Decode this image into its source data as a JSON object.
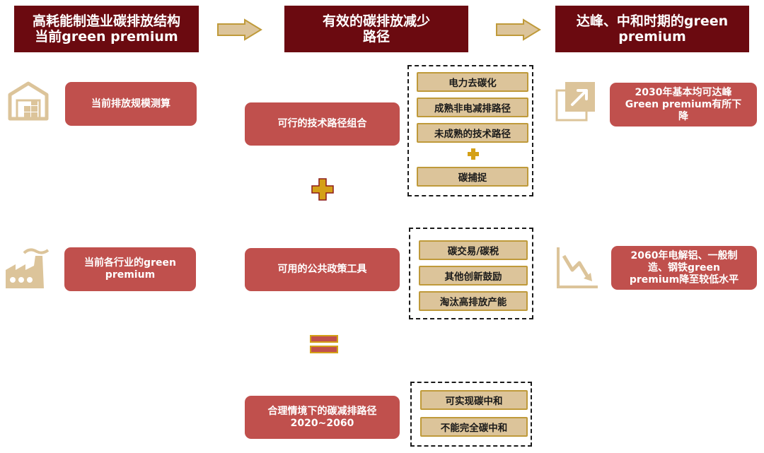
{
  "headers": {
    "left": "高耗能制造业碳排放结构\n当前green premium",
    "middle": "有效的碳排放减少\n路径",
    "right": "达峰、中和时期的green\npremium"
  },
  "left_boxes": {
    "emission_estimate": "当前排放规模测算",
    "industry_premium": "当前各行业的green\npremium"
  },
  "middle_boxes": {
    "tech_combo": "可行的技术路径组合",
    "policy_tools": "可用的公共政策工具",
    "scenario_path": "合理情境下的碳减排路径\n2020~2060"
  },
  "tech_options": [
    "电力去碳化",
    "成熟非电减排路径",
    "未成熟的技术路径"
  ],
  "tech_extra": "碳捕捉",
  "policy_options": [
    "碳交易/碳税",
    "其他创新鼓励",
    "淘汰高排放产能"
  ],
  "outcome_options": [
    "可实现碳中和",
    "不能完全碳中和"
  ],
  "right_boxes": {
    "peak_2030": "2030年基本均可达峰\nGreen premium有所下\n降",
    "neutral_2060": "2060年电解铝、一般制\n造、钢铁green\npremium降至较低水平"
  },
  "colors": {
    "header_bg": "#6b0a10",
    "box_red": "#c0504d",
    "option_fill": "#dcc49a",
    "option_border": "#bf9a3a",
    "icon_tan": "#dcc49a",
    "plus_gold": "#d4a017",
    "plus_dark": "#8b1a1a"
  },
  "icons": {
    "warehouse": "warehouse-icon",
    "factory": "factory-icon",
    "trend_up": "trend-up-icon",
    "trend_down": "trend-down-icon",
    "arrow": "right-arrow-icon",
    "plus": "plus-icon",
    "equals": "equals-icon"
  }
}
